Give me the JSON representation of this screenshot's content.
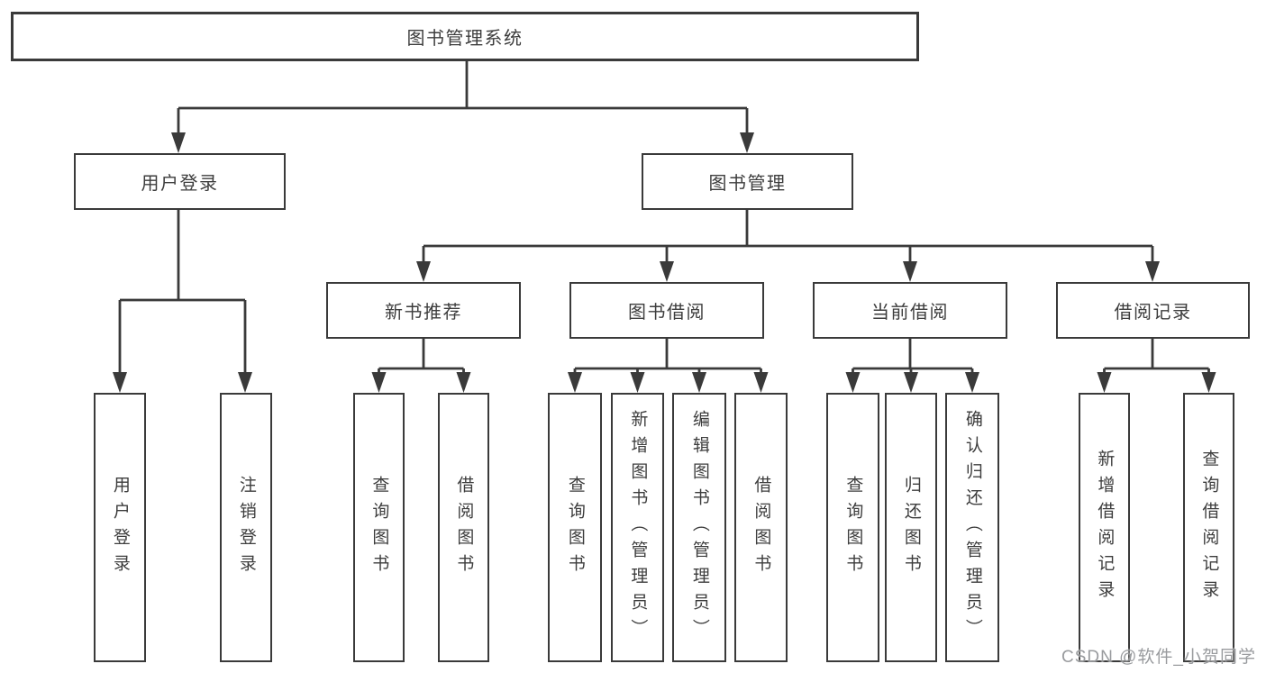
{
  "diagram": {
    "root": {
      "label": "图书管理系统"
    },
    "level2": [
      {
        "label": "用户登录"
      },
      {
        "label": "图书管理"
      }
    ],
    "level3": [
      {
        "label": "新书推荐"
      },
      {
        "label": "图书借阅"
      },
      {
        "label": "当前借阅"
      },
      {
        "label": "借阅记录"
      }
    ],
    "leaves": [
      {
        "label": "用户登录"
      },
      {
        "label": "注销登录"
      },
      {
        "label": "查询图书"
      },
      {
        "label": "借阅图书"
      },
      {
        "label": "查询图书"
      },
      {
        "label": "新增图书（管理员）"
      },
      {
        "label": "编辑图书（管理员）"
      },
      {
        "label": "借阅图书"
      },
      {
        "label": "查询图书"
      },
      {
        "label": "归还图书"
      },
      {
        "label": "确认归还（管理员）"
      },
      {
        "label": "新增借阅记录"
      },
      {
        "label": "查询借阅记录"
      }
    ],
    "watermark": "CSDN @软件_小贺同学",
    "colors": {
      "line": "#3a3a3a",
      "border": "#3a3a3a",
      "text": "#3d3d3d",
      "background": "#ffffff",
      "watermark": "#949699"
    }
  }
}
